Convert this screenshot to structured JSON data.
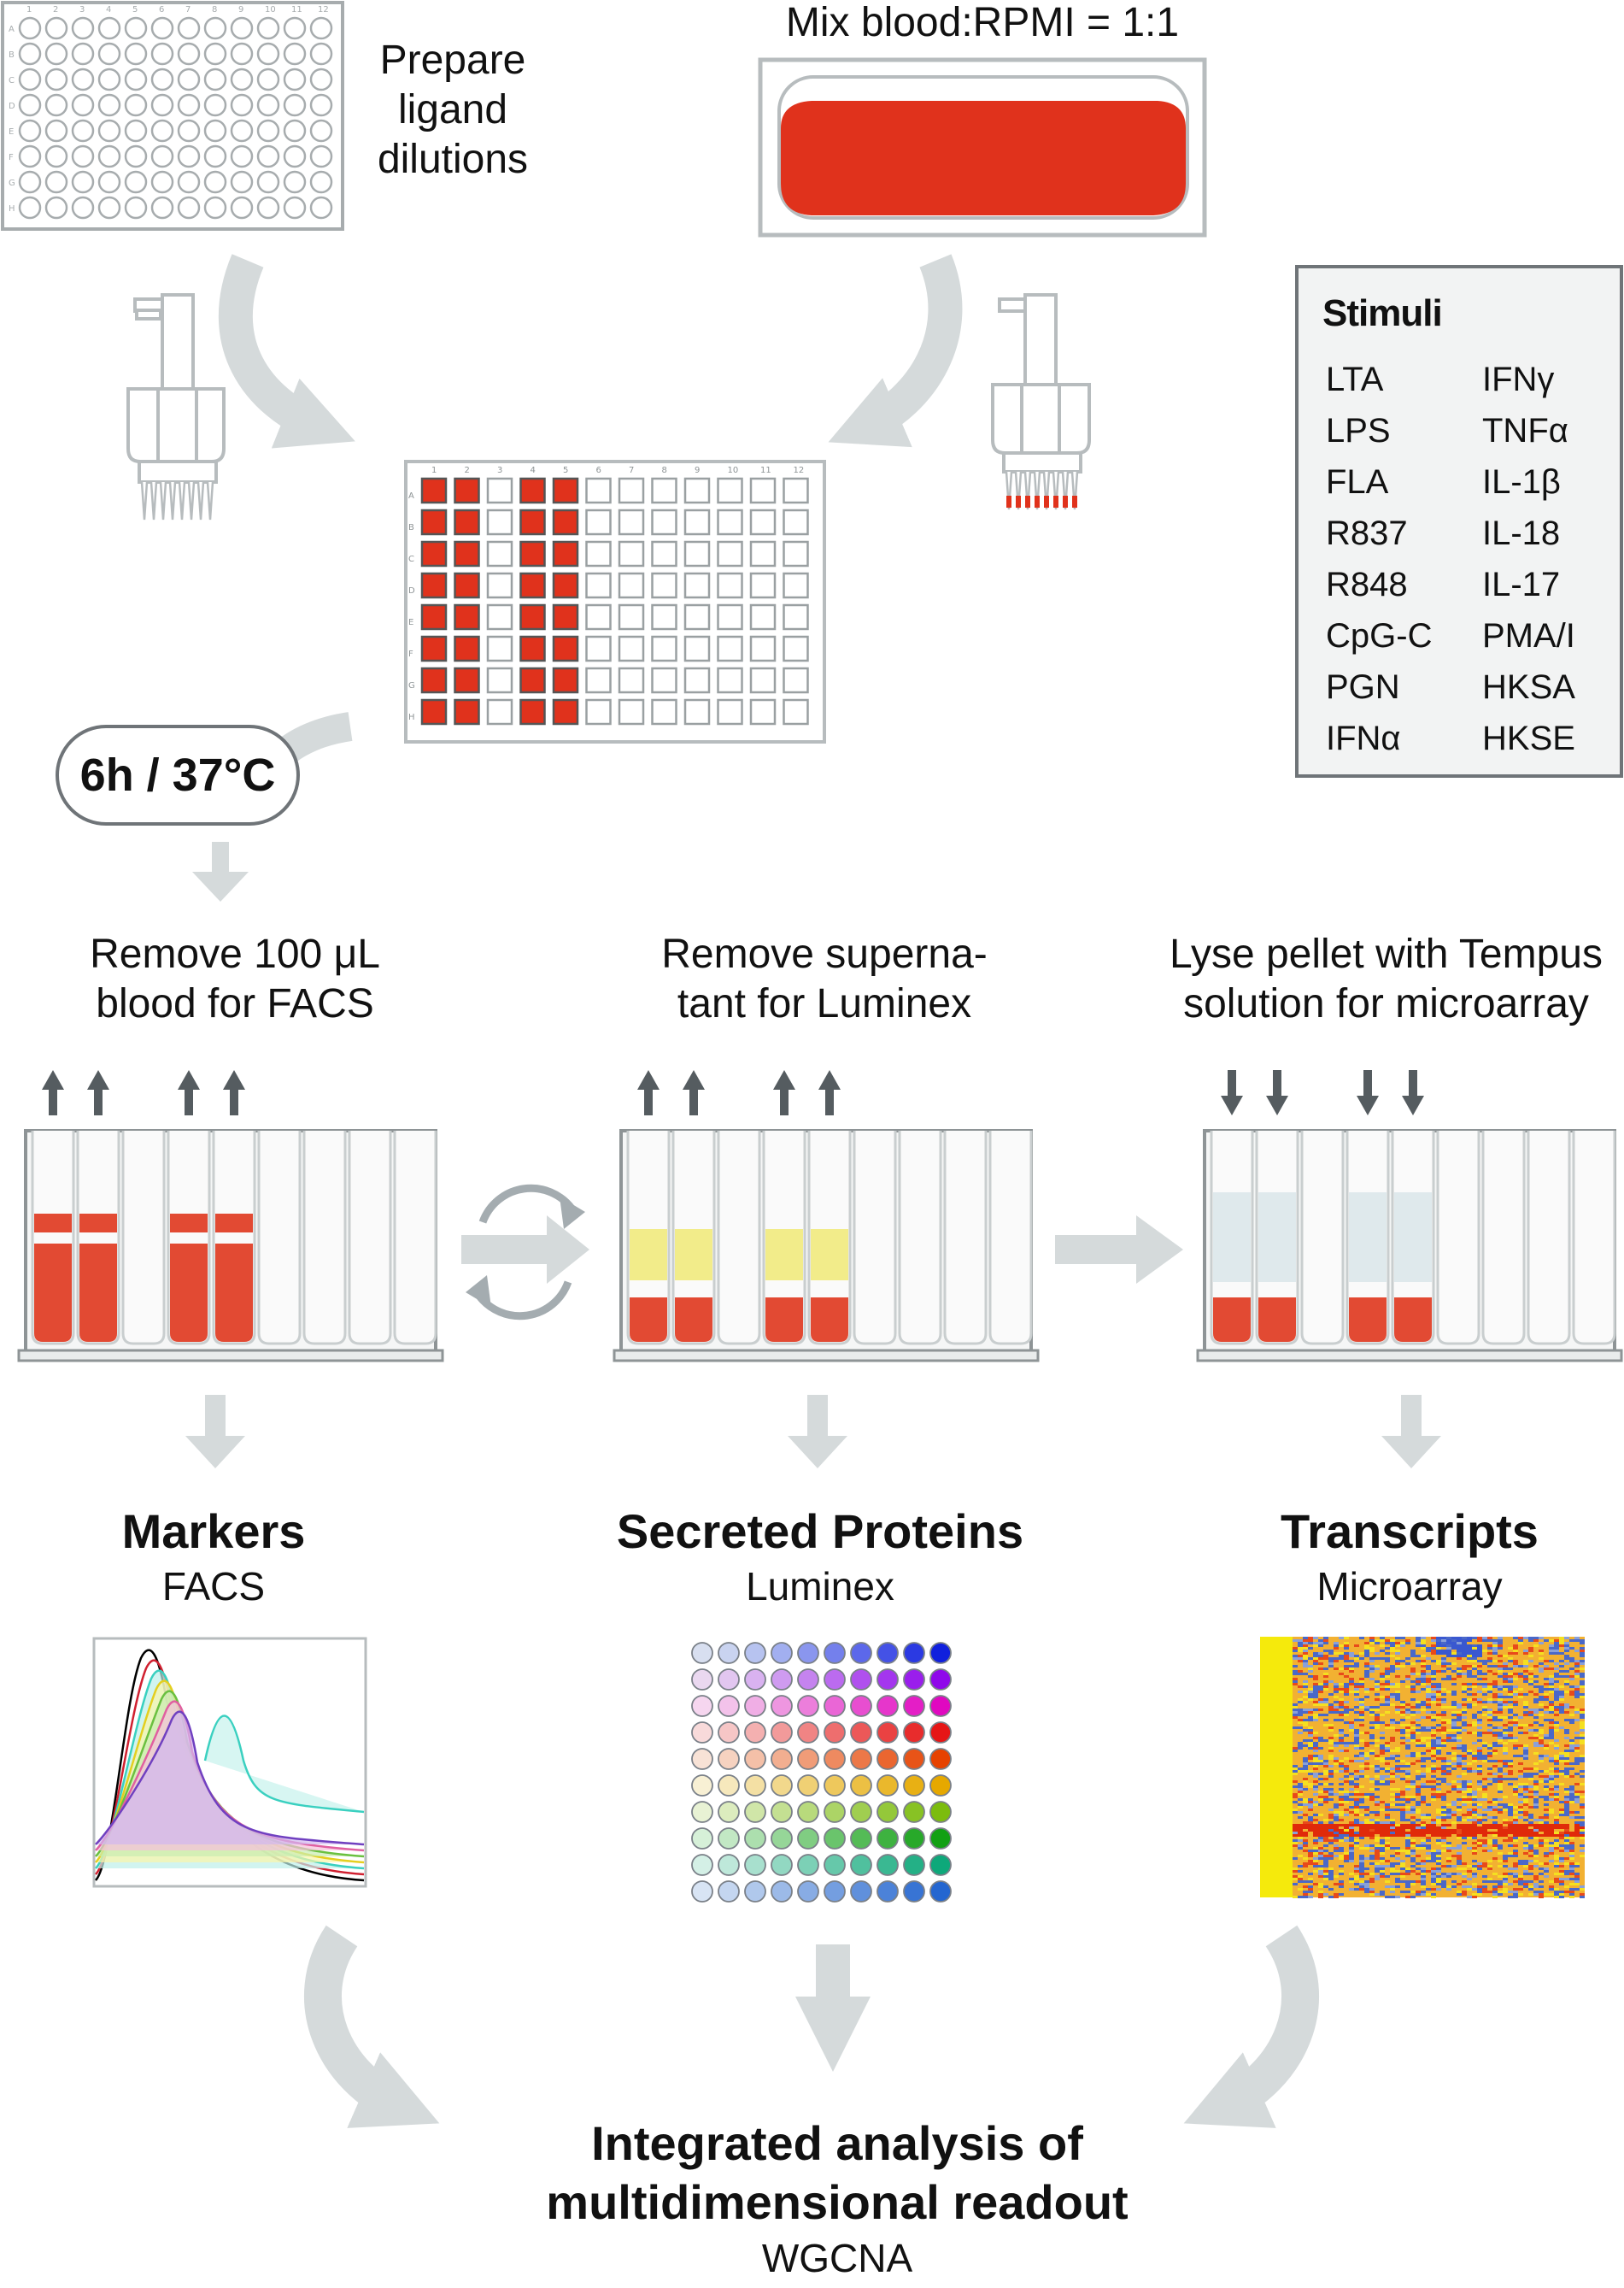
{
  "steps": {
    "prepare_ligand": "Prepare\nligand\ndilutions",
    "mix_blood": "Mix blood:RPMI = 1:1",
    "incubation": "6h / 37°C",
    "remove_blood": "Remove 100 μL\nblood for FACS",
    "remove_supernatant": "Remove superna-\ntant for Luminex",
    "lyse_pellet": "Lyse pellet with Tempus\nsolution for microarray"
  },
  "stimuli": {
    "title": "Stimuli",
    "col1": [
      "LTA",
      "LPS",
      "FLA",
      "R837",
      "R848",
      "CpG-C",
      "PGN",
      "IFNα"
    ],
    "col2": [
      "IFNγ",
      "TNFα",
      "IL-1β",
      "IL-18",
      "IL-17",
      "PMA/I",
      "HKSA",
      "HKSE"
    ]
  },
  "readouts": {
    "markers": {
      "title": "Markers",
      "method": "FACS"
    },
    "proteins": {
      "title": "Secreted Proteins",
      "method": "Luminex"
    },
    "transcripts": {
      "title": "Transcripts",
      "method": "Microarray"
    }
  },
  "final": {
    "line1": "Integrated analysis of",
    "line2": "multidimensional readout",
    "method": "WGCNA"
  },
  "plate": {
    "rows": [
      "A",
      "B",
      "C",
      "D",
      "E",
      "F",
      "G",
      "H"
    ],
    "cols": [
      "1",
      "2",
      "3",
      "4",
      "5",
      "6",
      "7",
      "8",
      "9",
      "10",
      "11",
      "12"
    ],
    "filled_cols": [
      1,
      2,
      4,
      5
    ]
  },
  "colors": {
    "blood": "#e0321c",
    "tube_blood": "#e24a33",
    "supernatant": "#f2ec8a",
    "lysate": "#dfe9ec",
    "arrow_gray": "#d5dadb",
    "dark_arrow": "#555c60",
    "frame": "#8e9496"
  }
}
